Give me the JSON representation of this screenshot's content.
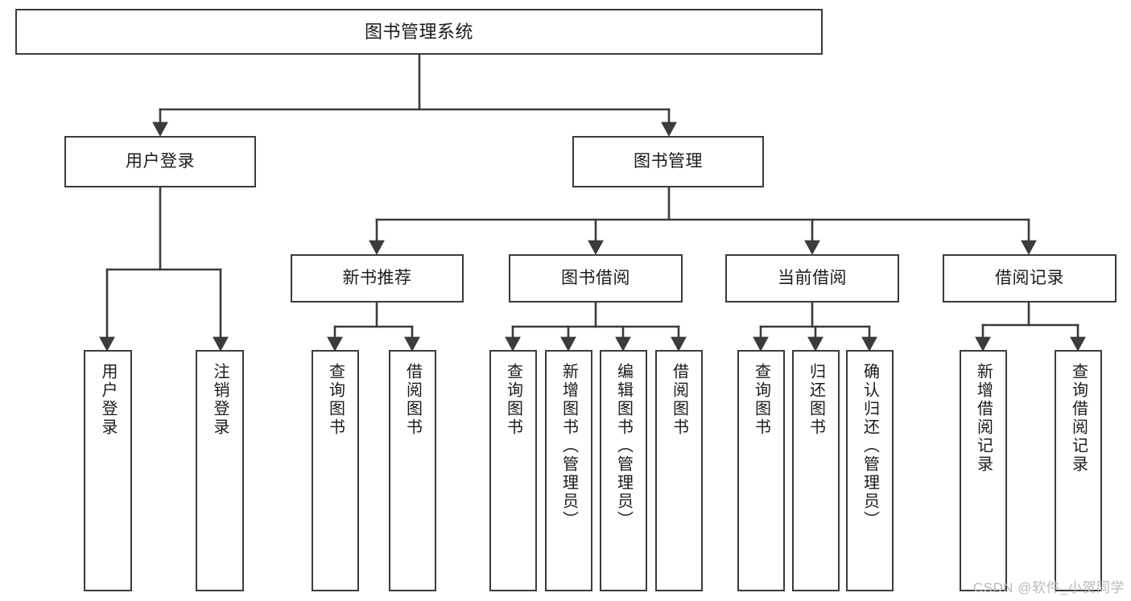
{
  "diagram": {
    "type": "tree-hierarchy",
    "title": "图书管理系统",
    "watermark": "CSDN @软件_小贺同学",
    "colors": {
      "node_border": "#3b3b3b",
      "node_fill": "#ffffff",
      "edge": "#3b3b3b",
      "text": "#1b1b1b",
      "watermark": "#b9b9b9",
      "background": "#ffffff"
    },
    "nodes": {
      "root": {
        "label": "图书管理系统"
      },
      "level2": [
        {
          "id": "user-login",
          "label": "用户登录"
        },
        {
          "id": "book-manage",
          "label": "图书管理"
        }
      ],
      "level3": [
        {
          "id": "new-book-recommend",
          "label": "新书推荐"
        },
        {
          "id": "book-borrow",
          "label": "图书借阅"
        },
        {
          "id": "current-borrow",
          "label": "当前借阅"
        },
        {
          "id": "borrow-record",
          "label": "借阅记录"
        }
      ],
      "leaves": [
        {
          "id": "leaf-user-login",
          "label": "用户登录",
          "parent": "user-login"
        },
        {
          "id": "leaf-logout",
          "label": "注销登录",
          "parent": "user-login"
        },
        {
          "id": "leaf-query-book-1",
          "label": "查询图书",
          "parent": "new-book-recommend"
        },
        {
          "id": "leaf-borrow-book-1",
          "label": "借阅图书",
          "parent": "new-book-recommend"
        },
        {
          "id": "leaf-query-book-2",
          "label": "查询图书",
          "parent": "book-borrow"
        },
        {
          "id": "leaf-add-book",
          "label": "新增图书（管理员）",
          "parent": "book-borrow"
        },
        {
          "id": "leaf-edit-book",
          "label": "编辑图书（管理员）",
          "parent": "book-borrow"
        },
        {
          "id": "leaf-borrow-book-2",
          "label": "借阅图书",
          "parent": "book-borrow"
        },
        {
          "id": "leaf-query-book-3",
          "label": "查询图书",
          "parent": "current-borrow"
        },
        {
          "id": "leaf-return-book",
          "label": "归还图书",
          "parent": "current-borrow"
        },
        {
          "id": "leaf-confirm-return",
          "label": "确认归还（管理员）",
          "parent": "current-borrow"
        },
        {
          "id": "leaf-add-record",
          "label": "新增借阅记录",
          "parent": "borrow-record"
        },
        {
          "id": "leaf-query-record",
          "label": "查询借阅记录",
          "parent": "borrow-record"
        }
      ]
    }
  }
}
